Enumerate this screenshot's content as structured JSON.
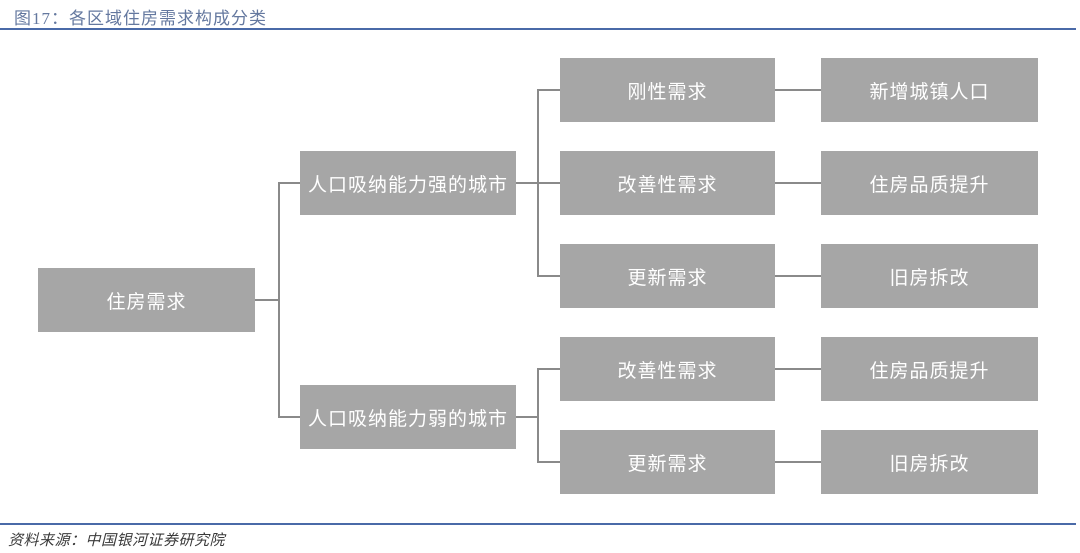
{
  "figure": {
    "title": "图17：各区域住房需求构成分类",
    "source": "资料来源：中国银河证券研究院"
  },
  "colors": {
    "title_text": "#64789f",
    "divider_line": "#4a6aa8",
    "node_background": "#a6a6a6",
    "node_text": "#ffffff",
    "connector_line": "#8a8a8a",
    "source_text": "#3a3a3a"
  },
  "diagram": {
    "type": "tree",
    "root": {
      "label": "住房需求"
    },
    "branches": [
      {
        "label": "人口吸纳能力强的城市",
        "children": [
          {
            "demand": "刚性需求",
            "driver": "新增城镇人口"
          },
          {
            "demand": "改善性需求",
            "driver": "住房品质提升"
          },
          {
            "demand": "更新需求",
            "driver": "旧房拆改"
          }
        ]
      },
      {
        "label": "人口吸纳能力弱的城市",
        "children": [
          {
            "demand": "改善性需求",
            "driver": "住房品质提升"
          },
          {
            "demand": "更新需求",
            "driver": "旧房拆改"
          }
        ]
      }
    ]
  }
}
